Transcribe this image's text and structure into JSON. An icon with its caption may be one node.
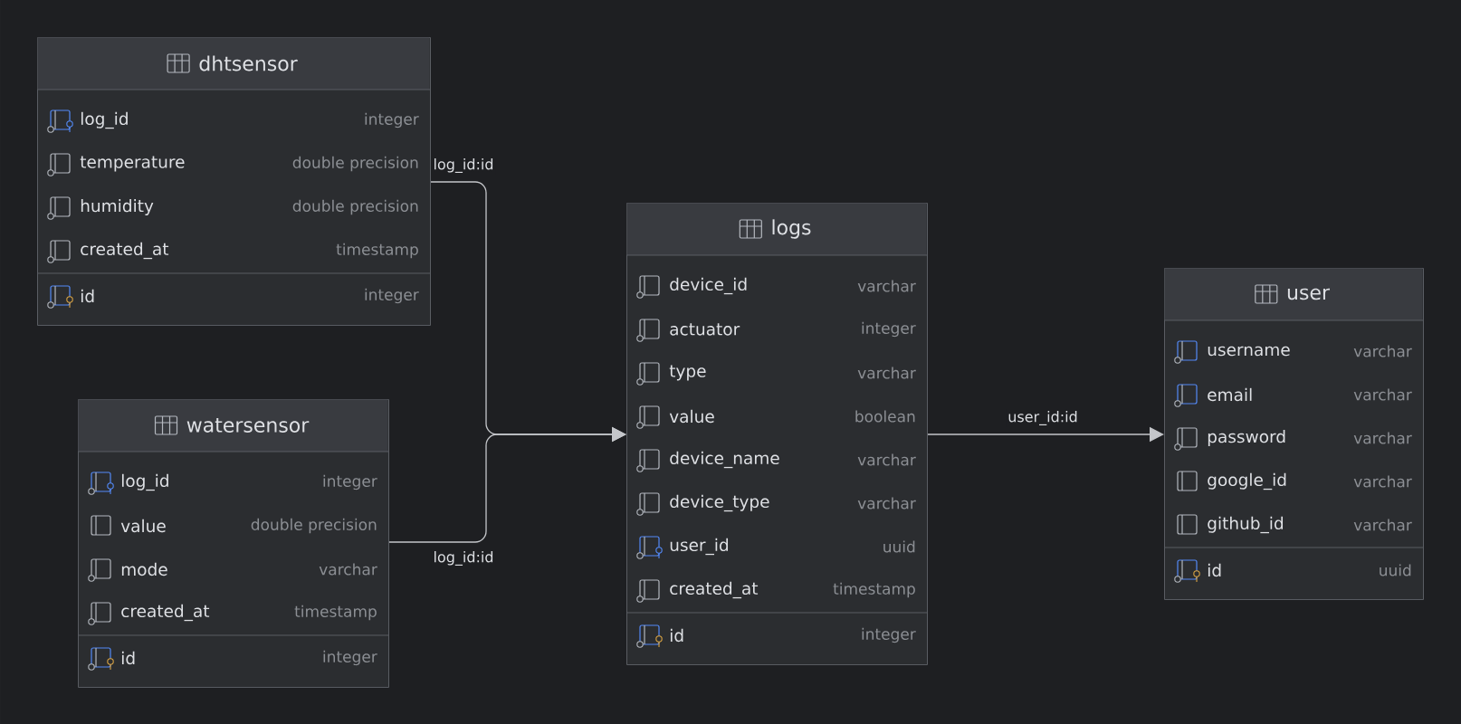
{
  "diagram": {
    "nodes": [
      {
        "text": [
          "dhtsensor",
          "log_id",
          "integer",
          "temperature",
          "double precision",
          "humidity",
          "double precision",
          "created_at",
          "timestamp",
          "id",
          "integer"
        ]
      },
      {
        "text": [
          "watersensor",
          "log_id",
          "integer",
          "value",
          "double precision",
          "mode",
          "varchar",
          "created_at",
          "timestamp",
          "id",
          "integer"
        ]
      },
      {
        "text": [
          "logs",
          "device_id",
          "varchar",
          "actuator",
          "integer",
          "type",
          "varchar",
          "value",
          "boolean",
          "device_name",
          "varchar",
          "device_type",
          "varchar",
          "user_id",
          "uuid",
          "created_at",
          "timestamp",
          "id",
          "integer"
        ]
      },
      {
        "text": [
          "user",
          "username",
          "varchar",
          "email",
          "varchar",
          "password",
          "varchar",
          "google_id",
          "varchar",
          "github_id",
          "varchar",
          "id",
          "uuid"
        ]
      }
    ],
    "edges": [
      {
        "from": 0,
        "to": 2,
        "arrow": "to",
        "label": "log_id:id"
      },
      {
        "from": 1,
        "to": 2,
        "arrow": "to",
        "label": "log_id:id"
      },
      {
        "from": 2,
        "to": 3,
        "arrow": "to",
        "label": "user_id:id"
      }
    ]
  }
}
